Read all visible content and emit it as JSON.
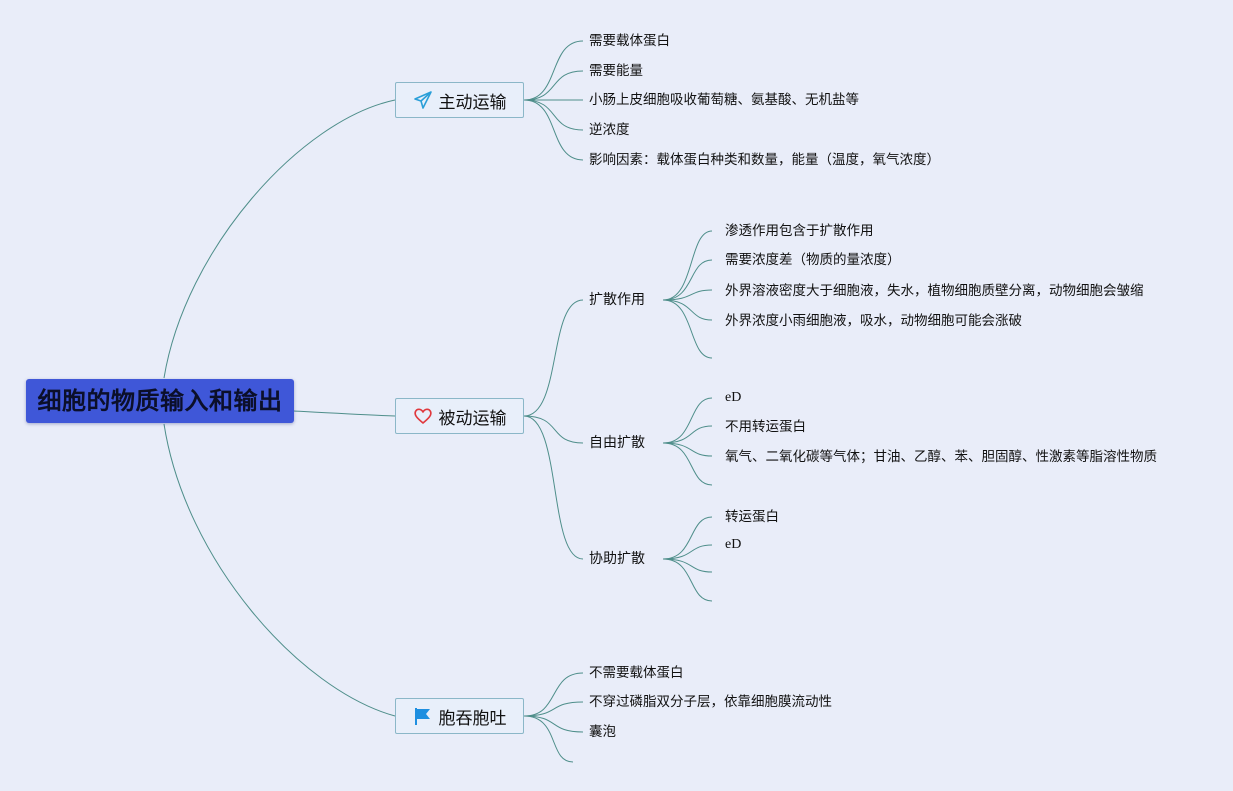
{
  "root": {
    "label": "细胞的物质输入和输出"
  },
  "active": {
    "label": "主动运输",
    "icon": "paper-plane-icon",
    "items": [
      "需要载体蛋白",
      "需要能量",
      "小肠上皮细胞吸收葡萄糖、氨基酸、无机盐等",
      "逆浓度",
      "影响因素：载体蛋白种类和数量，能量（温度，氧气浓度）"
    ]
  },
  "passive": {
    "label": "被动运输",
    "icon": "heart-icon",
    "diffusion": {
      "label": "扩散作用",
      "items": [
        "渗透作用包含于扩散作用",
        "需要浓度差（物质的量浓度）",
        "外界溶液密度大于细胞液，失水，植物细胞质壁分离，动物细胞会皱缩",
        "外界浓度小雨细胞液，吸水，动物细胞可能会涨破"
      ]
    },
    "free": {
      "label": "自由扩散",
      "items": [
        "eD",
        "不用转运蛋白",
        "氧气、二氧化碳等气体；甘油、乙醇、苯、胆固醇、性激素等脂溶性物质"
      ]
    },
    "facilitated": {
      "label": "协助扩散",
      "items": [
        "转运蛋白",
        "eD"
      ]
    }
  },
  "endo": {
    "label": "胞吞胞吐",
    "icon": "flag-icon",
    "items": [
      "不需要载体蛋白",
      "不穿过磷脂双分子层，依靠细胞膜流动性",
      "囊泡"
    ]
  },
  "colors": {
    "background": "#e9edf9",
    "root_fill": "#3f57d8",
    "connector": "#4e8e8a",
    "branch_border": "#8bb7c8",
    "icon_plane": "#2a9fd8",
    "icon_heart": "#e0393e",
    "icon_flag": "#1e8fe0"
  }
}
